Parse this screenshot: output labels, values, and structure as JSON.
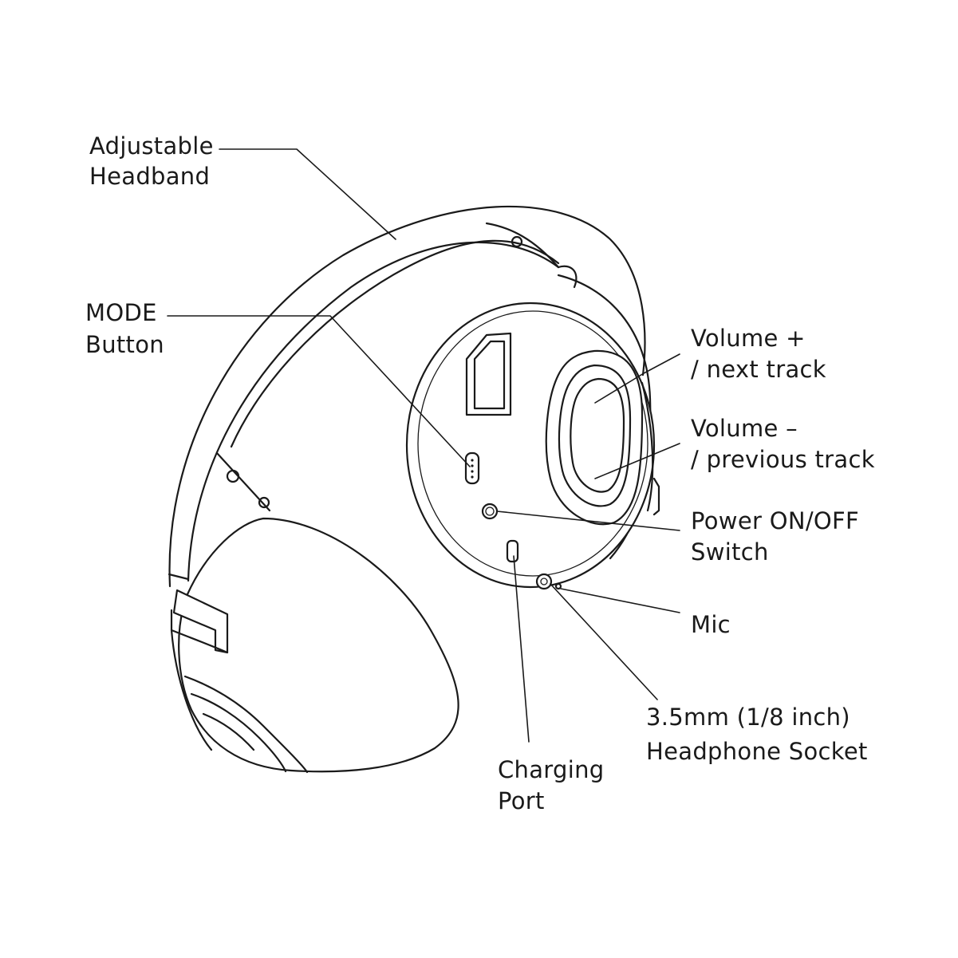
{
  "labels": {
    "headband": [
      "Adjustable",
      "Headband"
    ],
    "mode": [
      "MODE",
      "Button"
    ],
    "volume_up": [
      "Volume +",
      "/ next track"
    ],
    "volume_down": [
      "Volume –",
      "/ previous track"
    ],
    "power": [
      "Power ON/OFF",
      "Switch"
    ],
    "mic": [
      "Mic"
    ],
    "socket": [
      "3.5mm (1/8 inch)",
      "Headphone Socket"
    ],
    "charging": [
      "Charging",
      "Port"
    ]
  },
  "colors": {
    "ink": "#1a1a1a",
    "background": "#ffffff"
  }
}
